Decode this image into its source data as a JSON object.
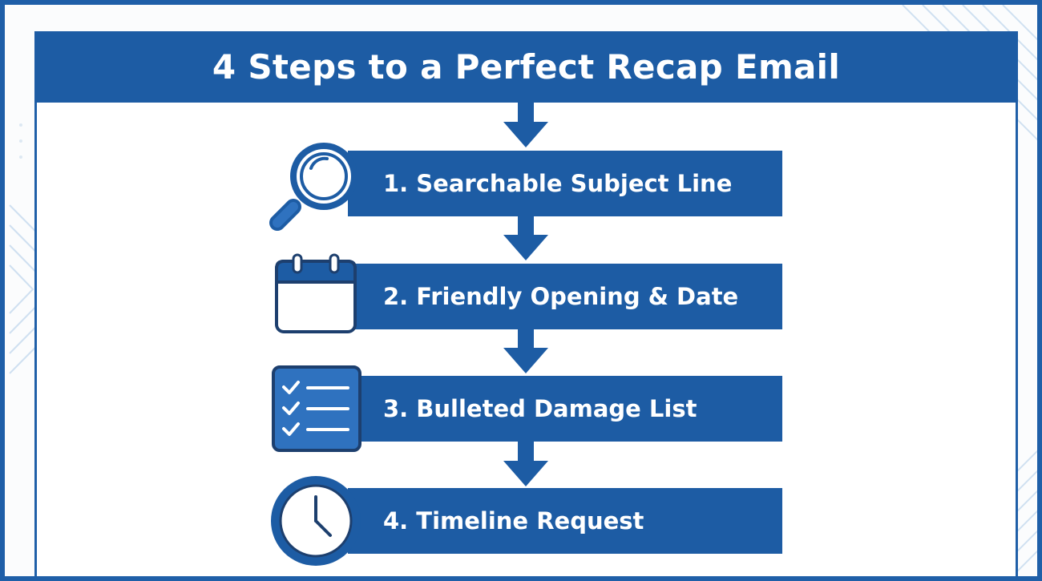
{
  "title": "4 Steps to a Perfect Recap Email",
  "steps": [
    {
      "label": "1. Searchable Subject Line",
      "icon": "magnifying-glass-icon"
    },
    {
      "label": "2. Friendly Opening & Date",
      "icon": "calendar-icon"
    },
    {
      "label": "3. Bulleted Damage List",
      "icon": "checklist-icon"
    },
    {
      "label": "4. Timeline Request",
      "icon": "clock-icon"
    }
  ],
  "colors": {
    "primary": "#1d5ca4",
    "icon_light": "#ffffff",
    "icon_fill": "#2f72bf",
    "frame": "#1f5fa8"
  }
}
